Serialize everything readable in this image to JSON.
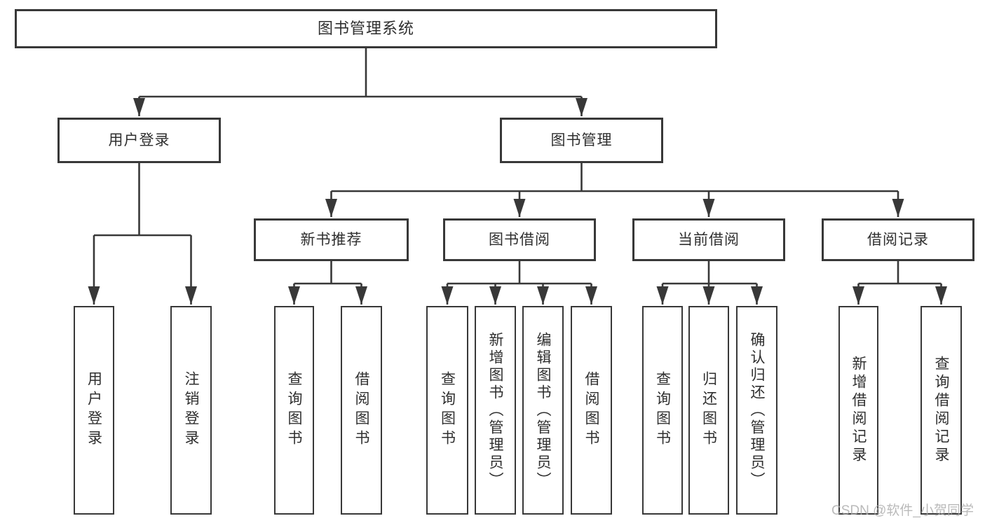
{
  "diagram": {
    "colors": {
      "line": "#383838",
      "box_border": "#383838",
      "text": "#2f2f2f",
      "background": "#ffffff",
      "watermark": "#a9a9a9"
    },
    "nodes": {
      "root": {
        "label": "图书管理系统"
      },
      "user_login": {
        "label": "用户登录",
        "children": [
          {
            "label": "用户登录"
          },
          {
            "label": "注销登录"
          }
        ]
      },
      "book_management": {
        "label": "图书管理"
      },
      "new_book_recommend": {
        "label": "新书推荐",
        "children": [
          {
            "label": "查询图书"
          },
          {
            "label": "借阅图书"
          }
        ]
      },
      "book_borrow": {
        "label": "图书借阅",
        "children": [
          {
            "label": "查询图书"
          },
          {
            "label": "新增图书（管理员）"
          },
          {
            "label": "编辑图书（管理员）"
          },
          {
            "label": "借阅图书"
          }
        ]
      },
      "current_borrow": {
        "label": "当前借阅",
        "children": [
          {
            "label": "查询图书"
          },
          {
            "label": "归还图书"
          },
          {
            "label": "确认归还（管理员）"
          }
        ]
      },
      "borrow_records": {
        "label": "借阅记录",
        "children": [
          {
            "label": "新增借阅记录"
          },
          {
            "label": "查询借阅记录"
          }
        ]
      }
    },
    "watermark": "CSDN @软件_小贺同学"
  }
}
